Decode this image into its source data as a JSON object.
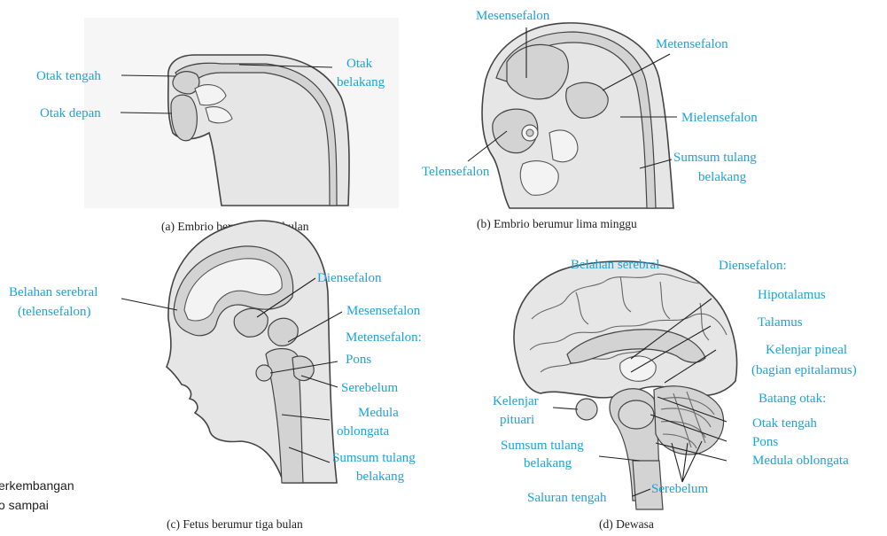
{
  "side_caption": {
    "line1": "erkembangan",
    "line2": "o sampai"
  },
  "panel_a": {
    "caption": "(a) Embrio berumur satu bulan",
    "labels": {
      "otak_tengah": "Otak tengah",
      "otak_depan": "Otak depan",
      "otak_belakang_1": "Otak",
      "otak_belakang_2": "belakang"
    }
  },
  "panel_b": {
    "caption": "(b) Embrio berumur lima minggu",
    "labels": {
      "mesensefalon": "Mesensefalon",
      "metensefalon": "Metensefalon",
      "mielensefalon": "Mielensefalon",
      "sumsum_1": "Sumsum tulang",
      "sumsum_2": "belakang",
      "telensefalon": "Telensefalon"
    }
  },
  "panel_c": {
    "caption": "(c) Fetus berumur tiga bulan",
    "labels": {
      "belahan_1": "Belahan serebral",
      "belahan_2": "(telensefalon)",
      "diensefalon": "Diensefalon",
      "mesensefalon": "Mesensefalon",
      "metensefalon": "Metensefalon:",
      "pons": "Pons",
      "serebelum": "Serebelum",
      "medula_1": "Medula",
      "medula_2": "oblongata",
      "sumsum_1": "Sumsum tulang",
      "sumsum_2": "belakang"
    }
  },
  "panel_d": {
    "caption": "(d) Dewasa",
    "labels": {
      "belahan": "Belahan serebral",
      "diensefalon": "Diensefalon:",
      "hipotalamus": "Hipotalamus",
      "talamus": "Talamus",
      "pineal_1": "Kelenjar pineal",
      "pineal_2": "(bagian epitalamus)",
      "batang": "Batang otak:",
      "otak_tengah": "Otak tengah",
      "pons": "Pons",
      "medula": "Medula oblongata",
      "kelenjar_1": "Kelenjar",
      "kelenjar_2": "pituari",
      "sumsum_1": "Sumsum tulang",
      "sumsum_2": "belakang",
      "saluran": "Saluran tengah",
      "serebelum": "Serebelum"
    }
  },
  "colors": {
    "label": "#1aa3d9",
    "caption": "#222222",
    "tissue": "#d3d3d3"
  }
}
